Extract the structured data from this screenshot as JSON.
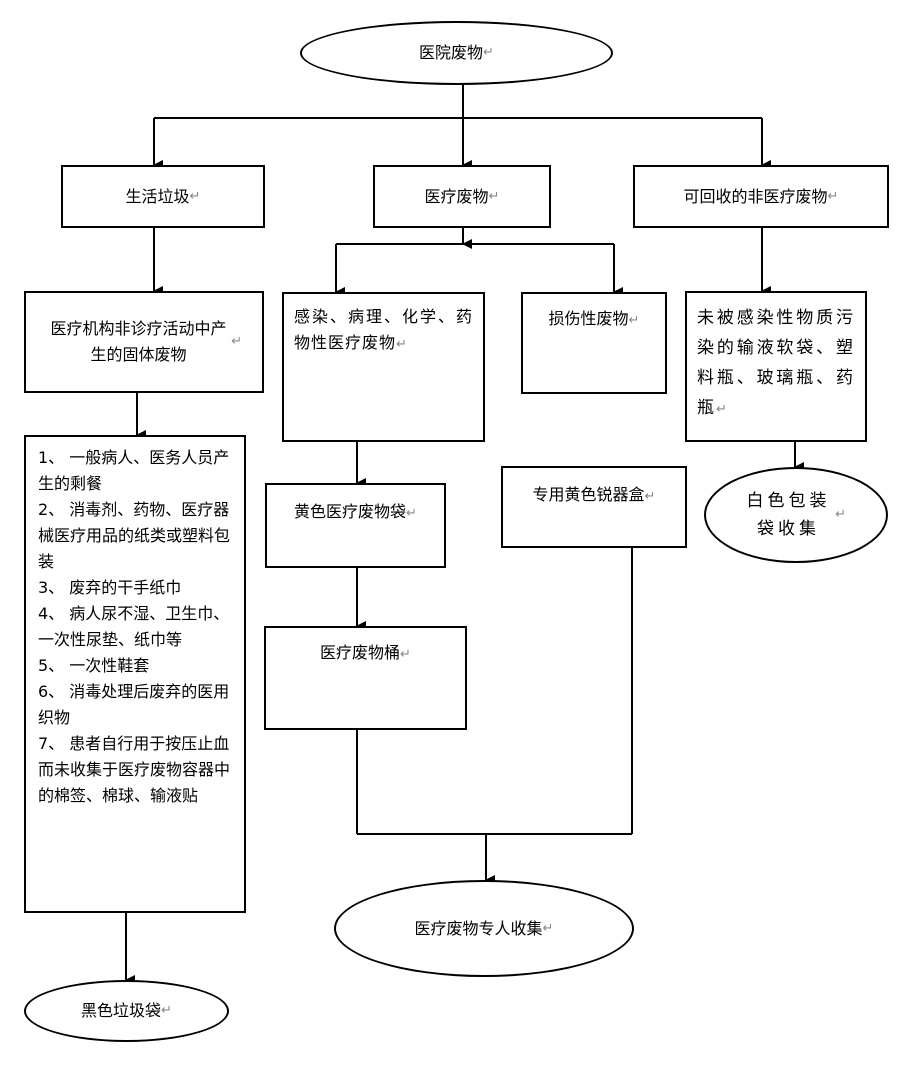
{
  "nodes": {
    "root": "医院废物",
    "domestic": "生活垃圾",
    "medical": "医疗废物",
    "recyclable": "可回收的非医疗废物",
    "non_diag": "医疗机构非诊疗活动中产生的固体废物",
    "infectious": "感染、病理、化学、药物性医疗废物",
    "sharps": "损伤性废物",
    "uncontaminated": "未被感染性物质污染的输液软袋、塑料瓶、玻璃瓶、药瓶",
    "yellow_bag": "黄色医疗废物袋",
    "sharps_box": "专用黄色锐器盒",
    "white_bag": "白色包装袋收集",
    "bin": "医疗废物桶",
    "collect": "医疗废物专人收集",
    "black_bag": "黑色垃圾袋"
  },
  "domestic_items": [
    "1、 一般病人、医务人员产生的剩餐",
    "2、 消毒剂、药物、医疗器械医疗用品的纸类或塑料包装",
    "3、 废弃的干手纸巾",
    "4、 病人尿不湿、卫生巾、一次性尿垫、纸巾等",
    "5、 一次性鞋套",
    "6、 消毒处理后废弃的医用织物",
    "7、 患者自行用于按压止血而未收集于医疗废物容器中的棉签、棉球、输液贴"
  ]
}
